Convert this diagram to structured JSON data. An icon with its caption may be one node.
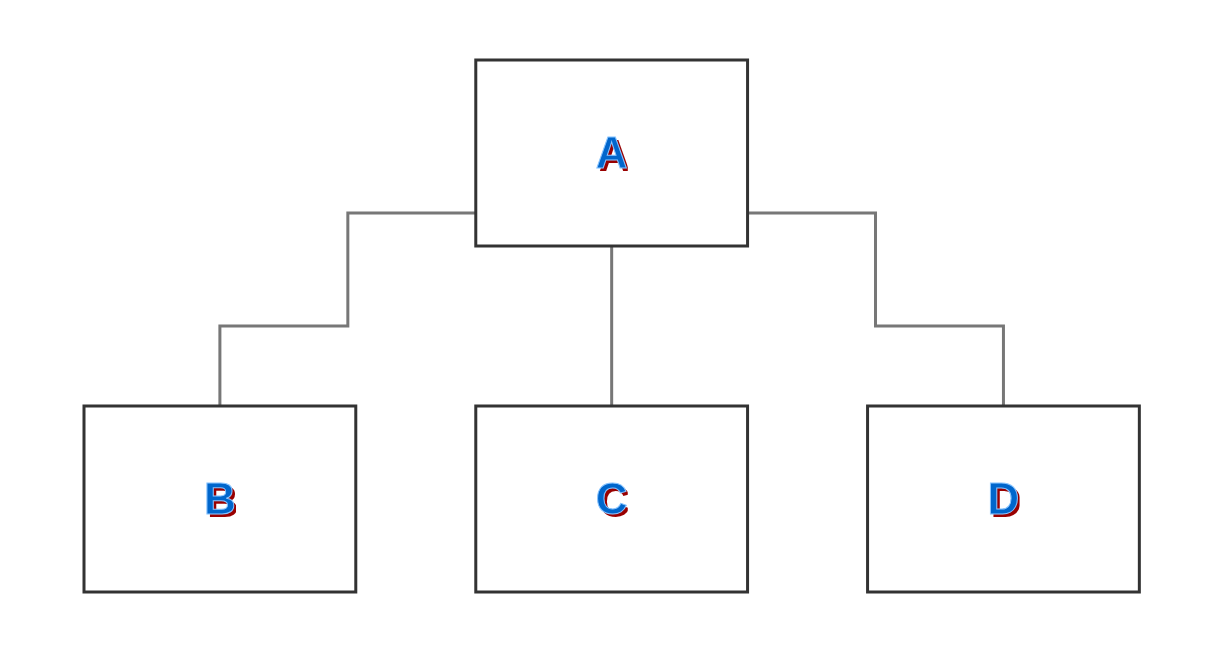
{
  "diagram": {
    "nodes": [
      {
        "text": [
          "A"
        ]
      },
      {
        "text": [
          "B"
        ]
      },
      {
        "text": [
          "C"
        ]
      },
      {
        "text": [
          "D"
        ]
      }
    ],
    "edges": [
      {
        "from": 0,
        "to": 1,
        "arrow": "none"
      },
      {
        "from": 0,
        "to": 2,
        "arrow": "none"
      },
      {
        "from": 0,
        "to": 3,
        "arrow": "none"
      }
    ]
  }
}
